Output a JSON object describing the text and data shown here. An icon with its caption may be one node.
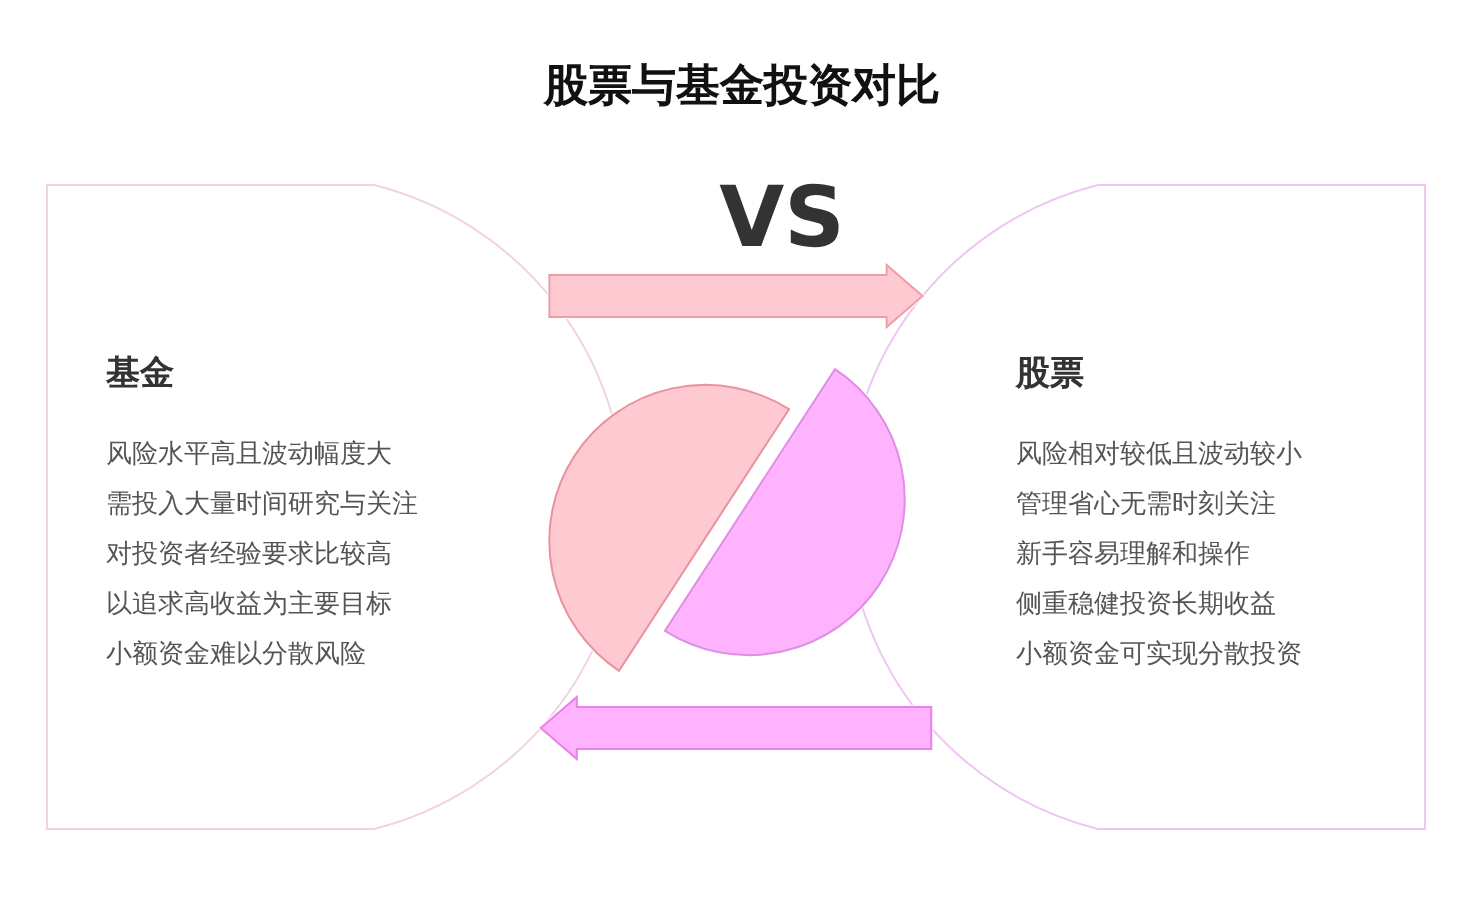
{
  "diagram": {
    "title": "股票与基金投资对比",
    "nodes": [
      {
        "text": [
          "基金",
          "风险水平高且波动幅度大",
          "需投入大量时间研究与关注",
          "对投资者经验要求比较高",
          "以追求高收益为主要目标",
          "小额资金难以分散风险"
        ]
      },
      {
        "text": [
          "股票",
          "风险相对较低且波动较小",
          "管理省心无需时刻关注",
          "新手容易理解和操作",
          "侧重稳健投资长期收益",
          "小额资金可实现分散投资"
        ]
      }
    ],
    "edges": [
      {
        "from": 0,
        "to": 1,
        "arrow": "to",
        "color": "#ffc9d1"
      },
      {
        "from": 1,
        "to": 0,
        "arrow": "to",
        "color": "#ffb3ff"
      }
    ],
    "labels": [
      "VS"
    ]
  }
}
